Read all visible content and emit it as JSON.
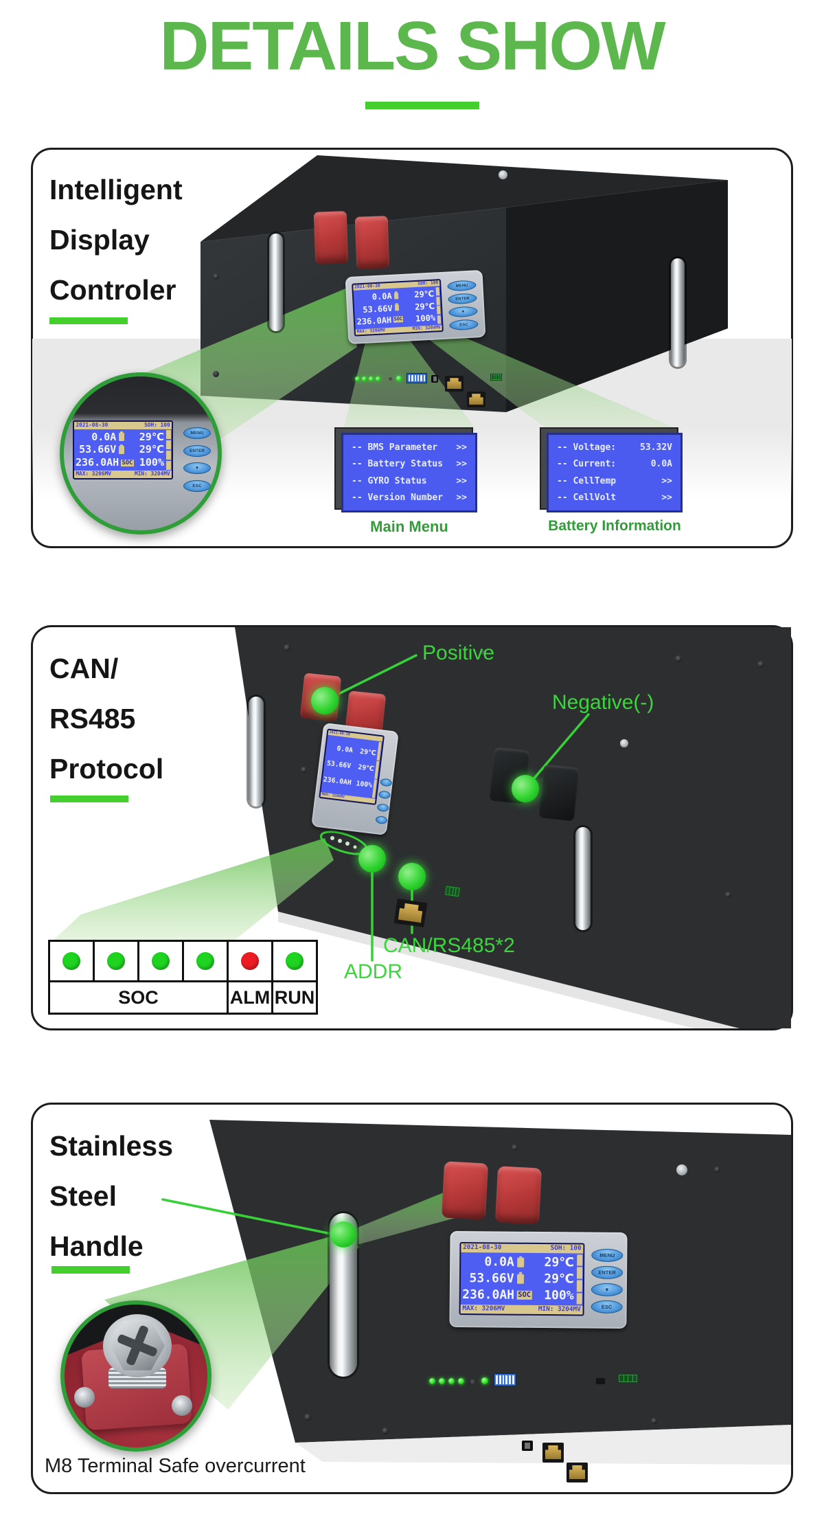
{
  "page": {
    "title": "DETAILS SHOW"
  },
  "section1": {
    "heading": [
      "Intelligent",
      "Display",
      "Controler"
    ],
    "main_menu_caption": "Main Menu",
    "battery_info_caption": "Battery Information"
  },
  "lcd": {
    "date": "2021-08-30",
    "soh": "SOH: 100",
    "current": "0.0A",
    "temp1": "29℃",
    "voltage": "53.66V",
    "temp2": "29℃",
    "capacity": "236.0AH",
    "soc_tag": "SOC",
    "soc_value": "100%",
    "footer_max": "MAX: 3206MV",
    "footer_min": "MIN: 3204MV",
    "btn_menu": "MENU",
    "btn_enter": "ENTER",
    "btn_down": "▼",
    "btn_esc": "ESC"
  },
  "main_menu": {
    "items": [
      {
        "label": "-- BMS Parameter",
        "arrow": ">>"
      },
      {
        "label": "-- Battery Status",
        "arrow": ">>"
      },
      {
        "label": "-- GYRO Status",
        "arrow": ">>"
      },
      {
        "label": "-- Version Number",
        "arrow": ">>"
      }
    ]
  },
  "battery_info": {
    "items": [
      {
        "label": "-- Voltage:",
        "value": "53.32V"
      },
      {
        "label": "-- Current:",
        "value": "0.0A"
      },
      {
        "label": "-- CellTemp",
        "value": ">>"
      },
      {
        "label": "-- CellVolt",
        "value": ">>"
      }
    ]
  },
  "section2": {
    "heading": [
      "CAN/",
      "RS485",
      "Protocol"
    ],
    "labels": {
      "positive": "Positive",
      "negative": "Negative(-)",
      "can": "CAN/RS485*2",
      "addr": "ADDR"
    },
    "led_table": {
      "dot_styles": [
        "background:#1fd321",
        "background:#1fd321",
        "background:#1fd321",
        "background:#1fd321",
        "background:#ec1c24",
        "background:#1fd321"
      ],
      "col_labels": [
        "SOC",
        "ALM",
        "RUN"
      ]
    }
  },
  "section3": {
    "heading": [
      "Stainless",
      "Steel",
      "Handle"
    ],
    "caption": "M8 Terminal Safe overcurrent"
  },
  "colors": {
    "title_green": "#5cb84c",
    "accent_green": "#3bd63b",
    "caption_green": "#2f9e36",
    "lcd_blue": "#4e5df2",
    "alarm_red": "#ec1c24"
  }
}
